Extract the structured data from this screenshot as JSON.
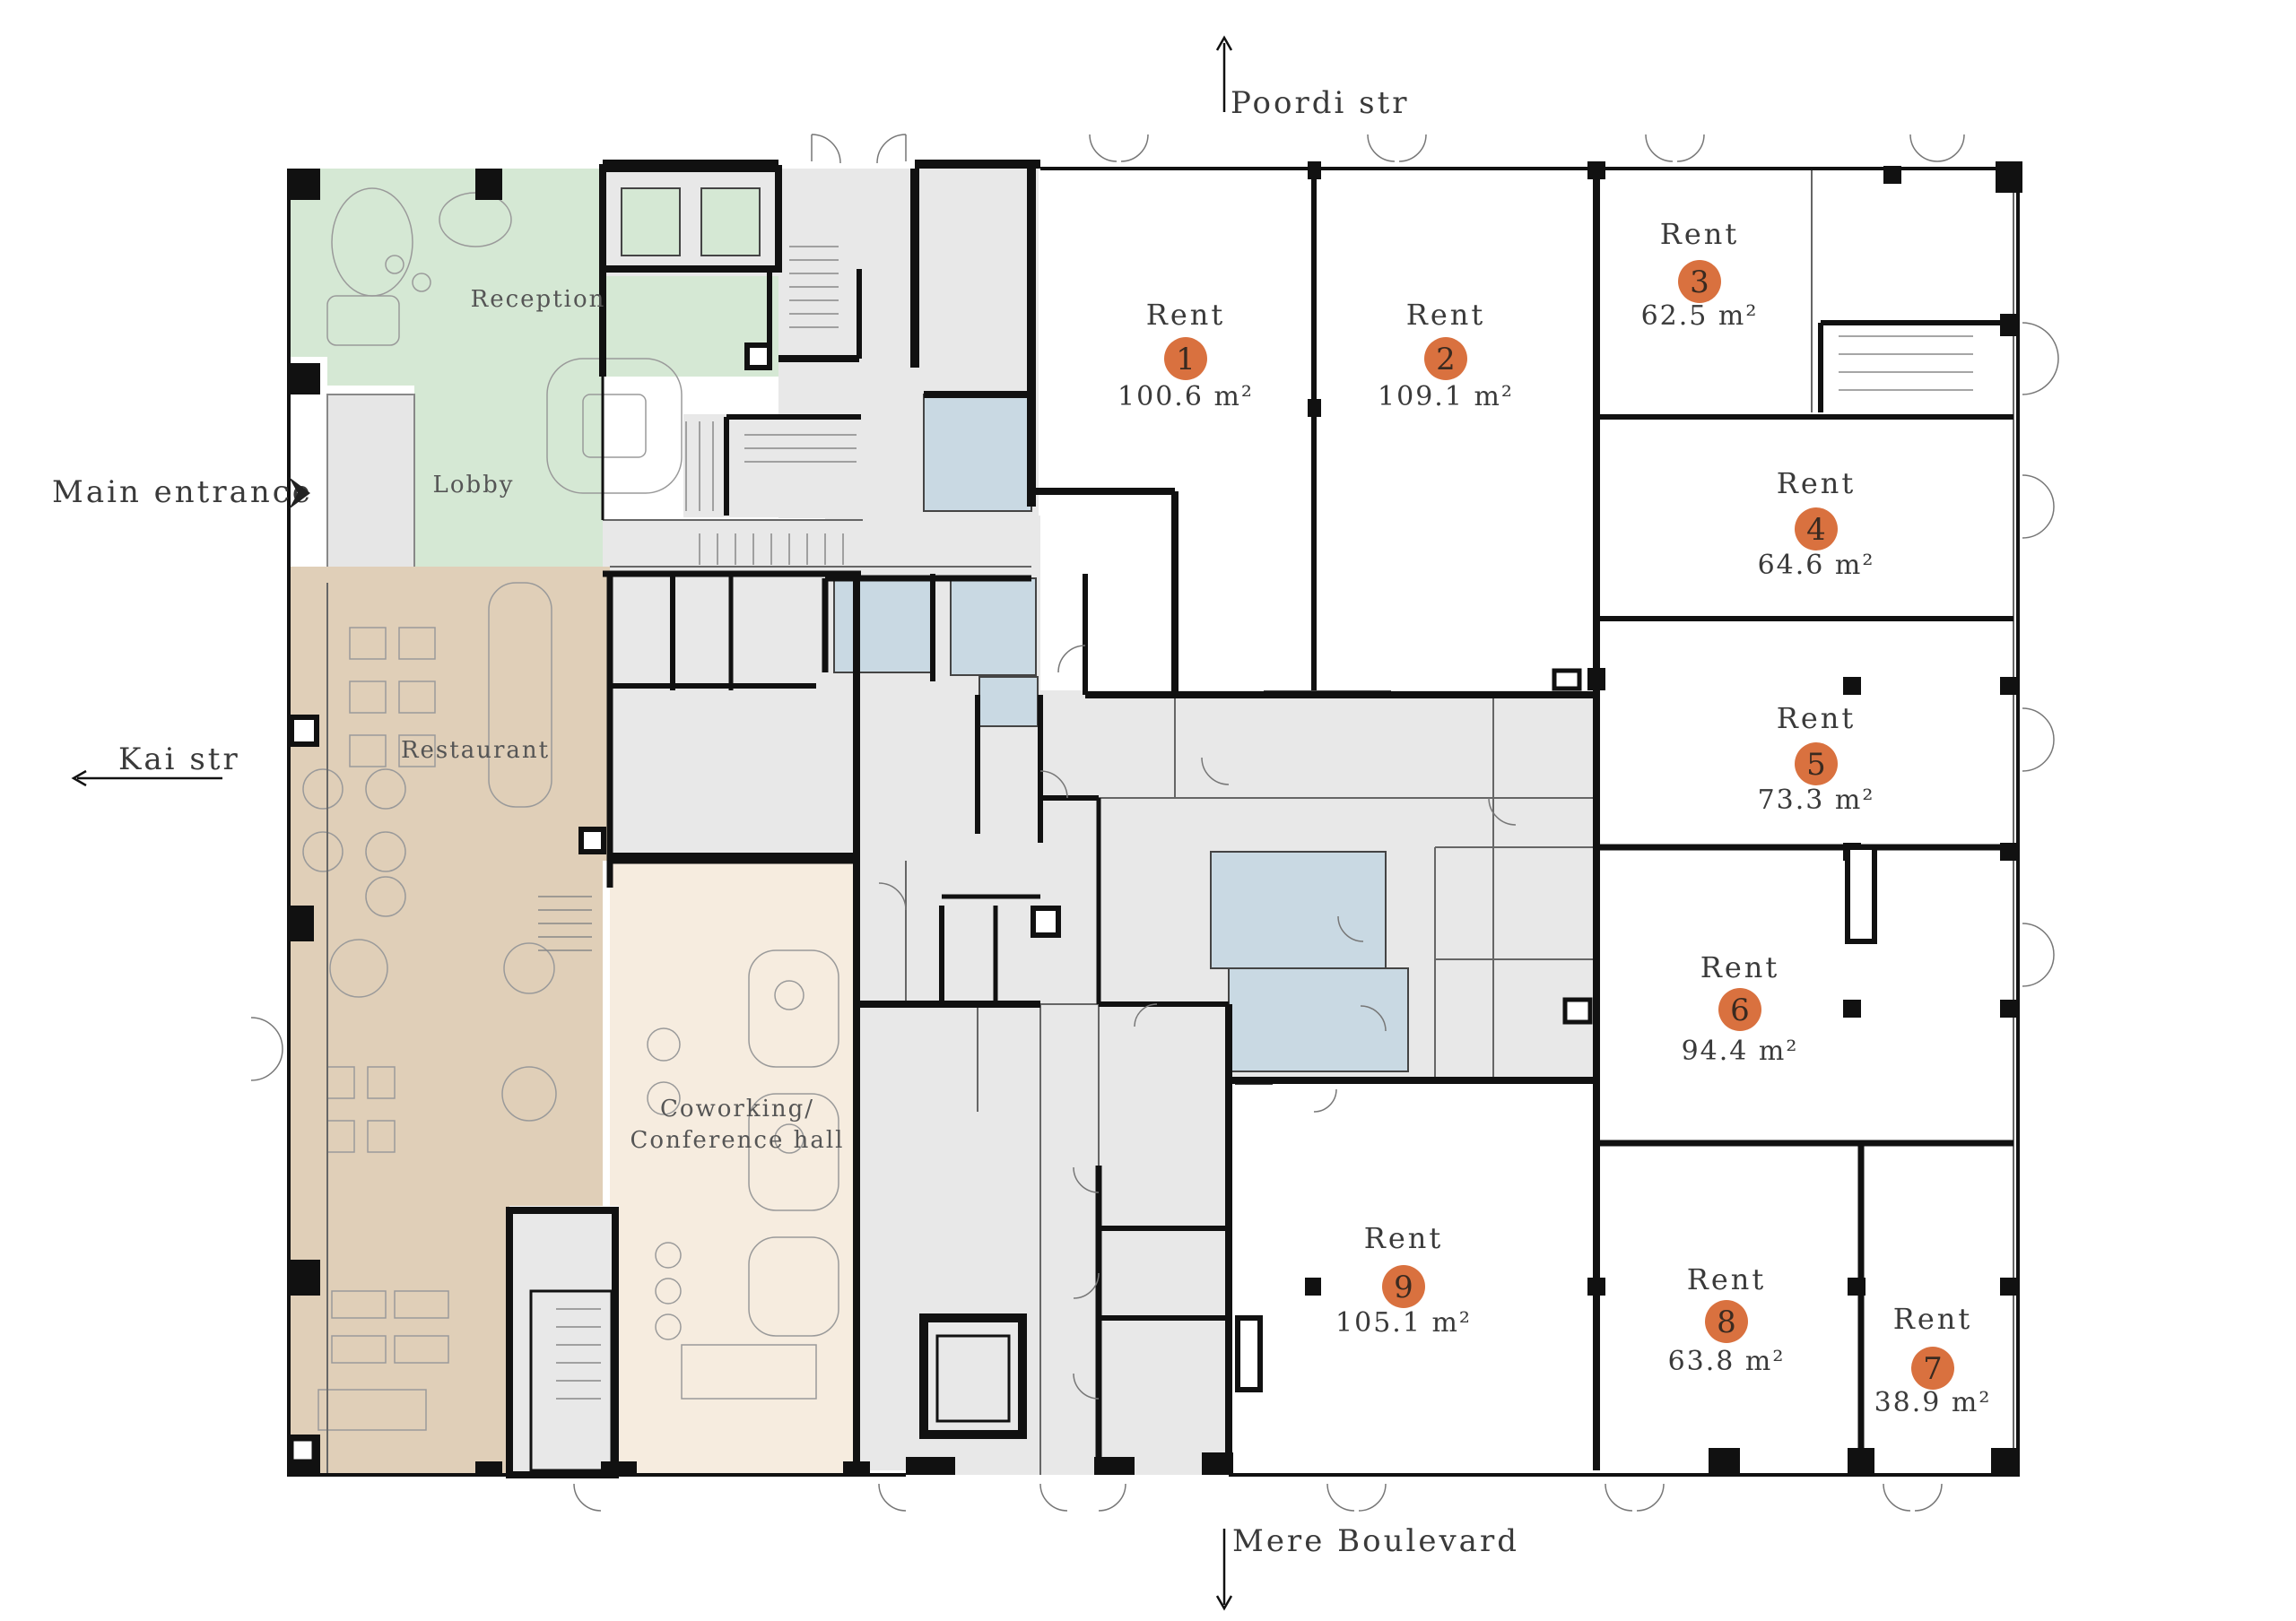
{
  "streets": {
    "north": "Poordi str",
    "south": "Mere Boulevard",
    "west": "Kai str",
    "entrance": "Main entrance"
  },
  "zones": {
    "reception": "Reception",
    "lobby": "Lobby",
    "restaurant": "Restaurant",
    "coworking_line1": "Coworking/",
    "coworking_line2": "Conference hall"
  },
  "units": [
    {
      "label": "Rent",
      "number": "1",
      "area": "100.6 m²"
    },
    {
      "label": "Rent",
      "number": "2",
      "area": "109.1 m²"
    },
    {
      "label": "Rent",
      "number": "3",
      "area": "62.5 m²"
    },
    {
      "label": "Rent",
      "number": "4",
      "area": "64.6 m²"
    },
    {
      "label": "Rent",
      "number": "5",
      "area": "73.3 m²"
    },
    {
      "label": "Rent",
      "number": "6",
      "area": "94.4 m²"
    },
    {
      "label": "Rent",
      "number": "7",
      "area": "38.9 m²"
    },
    {
      "label": "Rent",
      "number": "8",
      "area": "63.8 m²"
    },
    {
      "label": "Rent",
      "number": "9",
      "area": "105.1 m²"
    }
  ],
  "colors": {
    "reception": "#d5e8d4",
    "restaurant": "#e0cfb8",
    "coworking": "#f6ecdf",
    "service": "#e8e8e8",
    "wetroom": "#c9d9e3",
    "badge": "#d9713f",
    "wall": "#111111"
  }
}
